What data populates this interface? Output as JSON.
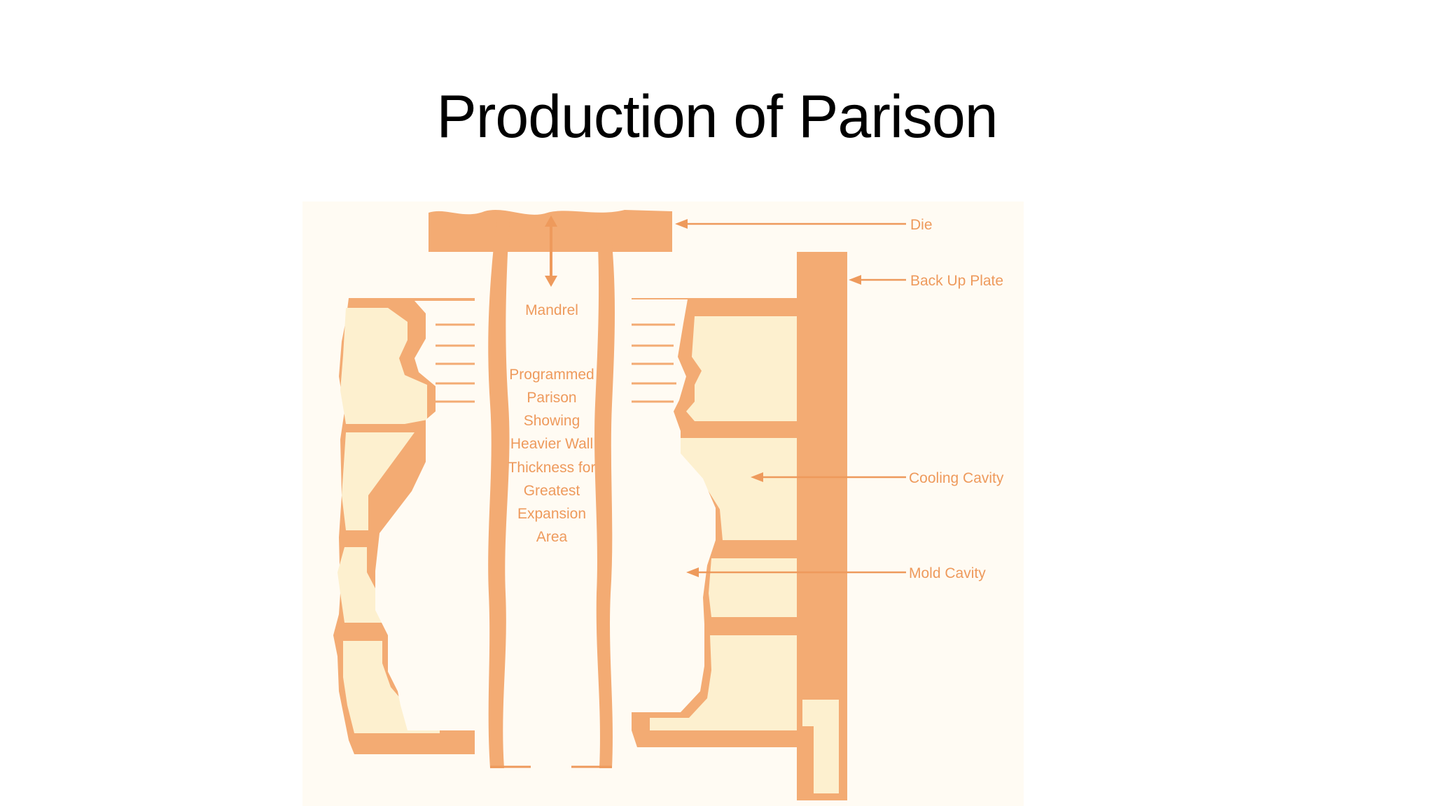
{
  "slide": {
    "title": "Production of Parison"
  },
  "diagram": {
    "labels": {
      "die": "Die",
      "back_up_plate": "Back Up Plate",
      "cooling_cavity": "Cooling Cavity",
      "mold_cavity": "Mold Cavity",
      "mandrel": "Mandrel"
    },
    "parison_description": [
      "Programmed",
      "Parison",
      "Showing",
      "Heavier Wall",
      "Thickness for",
      "Greatest",
      "Expansion",
      "Area"
    ],
    "colors": {
      "wall": "#f3ab73",
      "cavity": "#fdf0cf",
      "label": "#ee9a5c",
      "background": "#fffbf3"
    }
  }
}
